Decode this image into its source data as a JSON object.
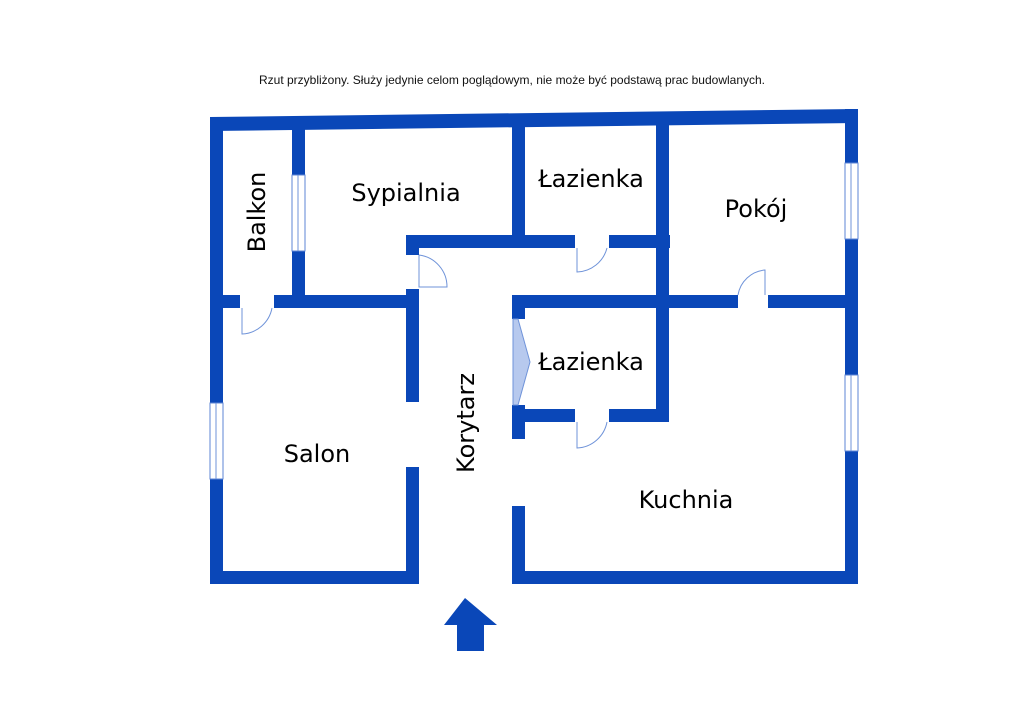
{
  "note": "Rzut przybliżony. Służy jedynie celom poglądowym, nie może być podstawą prac budowlanych.",
  "rooms": {
    "balkon": "Balkon",
    "sypialnia": "Sypialnia",
    "lazienka_top": "Łazienka",
    "pokoj": "Pokój",
    "lazienka_mid": "Łazienka",
    "korytarz": "Korytarz",
    "salon": "Salon",
    "kuchnia": "Kuchnia"
  },
  "colors": {
    "wall": "#0a47b8",
    "door_swing": "#6f93d9",
    "window_frame": "#5d86d6"
  },
  "icons": {
    "entrance": "entrance-arrow-icon"
  }
}
